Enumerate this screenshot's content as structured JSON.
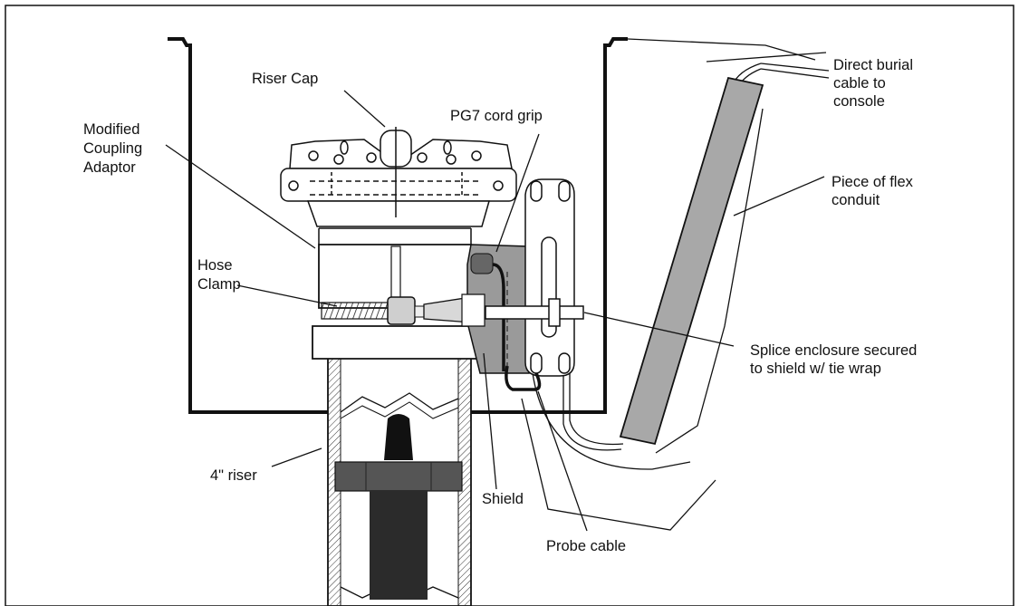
{
  "labels": {
    "riser_cap": "Riser Cap",
    "pg7_cord_grip": "PG7 cord grip",
    "modified_coupling_adaptor": [
      "Modified",
      "Coupling",
      "Adaptor"
    ],
    "hose_clamp": [
      "Hose",
      "Clamp"
    ],
    "direct_burial_cable": [
      "Direct burial",
      "cable to",
      "console"
    ],
    "flex_conduit": [
      "Piece of flex",
      "conduit"
    ],
    "splice_enclosure": [
      "Splice enclosure secured",
      "to shield w/ tie wrap"
    ],
    "riser_4in": "4\" riser",
    "shield": "Shield",
    "probe_cable": "Probe cable"
  },
  "colors": {
    "line": "#111111",
    "shield_gray": "#9a9a9a",
    "conduit_gray": "#a8a8a8",
    "probe_dark": "#333333",
    "clamp_gray": "#cfcfcf"
  }
}
